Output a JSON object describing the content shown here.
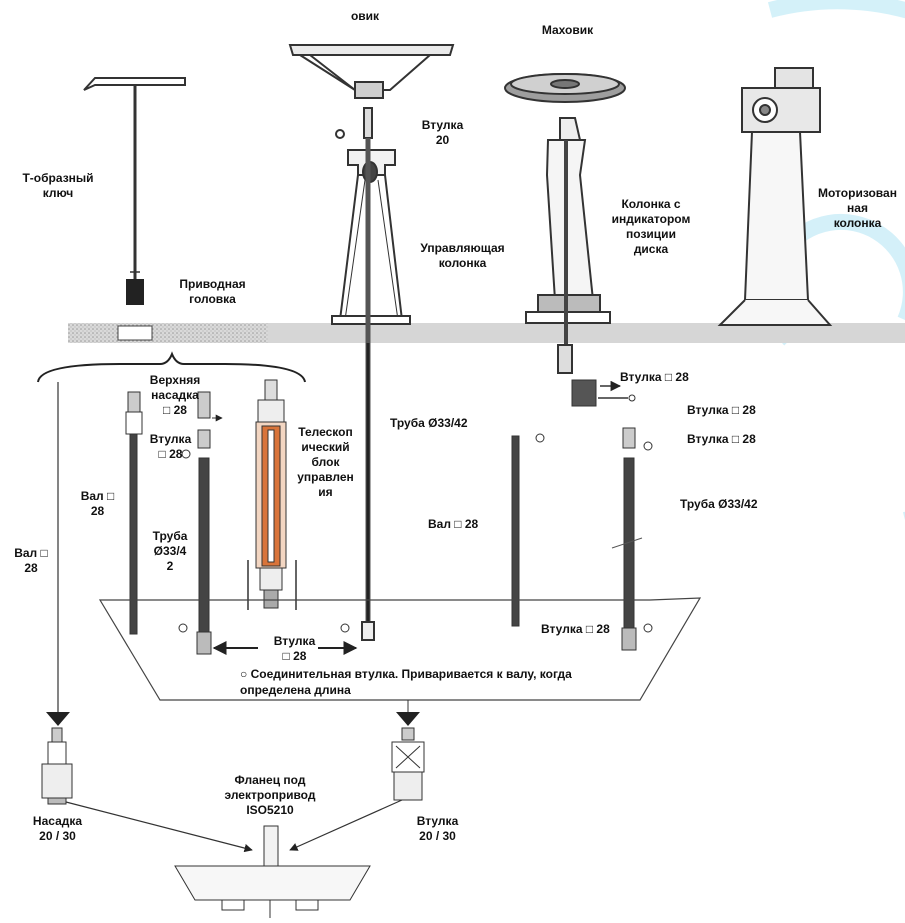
{
  "colors": {
    "line": "#3a3a3a",
    "ground": "#d3d3d3",
    "accent": "#d9743a",
    "watermark": "#bde8f4"
  },
  "labels": {
    "handwheel_top": "овик",
    "handwheel_right": "Маховик",
    "t_key": "Т-образный\nключ",
    "bushing_20": "Втулка\n20",
    "column_indicator": "Колонка с\nиндикатором\nпозиции\nдиска",
    "motor_column": "Моторизован\nная\nколонка",
    "control_column": "Управляющая\nколонка",
    "drive_head": "Приводная\nголовка",
    "upper_nozzle": "Верхняя\nнасадка\n□ 28",
    "bushing_28_a": "Втулка\n□ 28",
    "telescopic": "Телескоп\nический\nблок\nуправлен\nия",
    "pipe_33_42_a": "Труба Ø33/42",
    "bushing_28_r1": "Втулка □ 28",
    "bushing_28_r2": "Втулка □ 28",
    "bushing_28_r3": "Втулка □ 28",
    "pipe_33_42_b": "Труба Ø33/42",
    "shaft_28_a": "Вал □\n28",
    "shaft_28_b": "Вал □\n28",
    "pipe_33_4_2": "Труба\nØ33/4\n2",
    "shaft_28_c": "Вал □ 28",
    "bushing_28_r4": "Втулка □ 28",
    "bushing_28_center": "Втулка\n□ 28",
    "coupling_note": "○ Соединительная втулка. Приваривается к валу, когда\nопределена длина",
    "flange": "Фланец под\nэлектропривод\nISO5210",
    "nozzle_20_30": "Насадка\n20 /    30",
    "bushing_20_30": "Втулка\n20 /    30"
  }
}
